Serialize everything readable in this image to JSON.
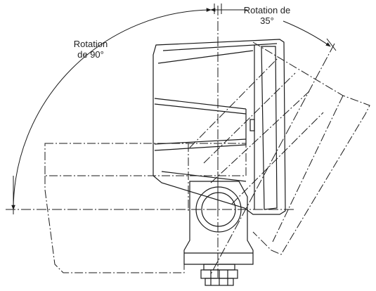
{
  "labels": {
    "rotation_90": {
      "line1": "Rotation",
      "line2": "de 90°"
    },
    "rotation_35": {
      "line1": "Rotation de",
      "line2": "35°"
    }
  },
  "colors": {
    "line": "#1a1a1a",
    "background": "#ffffff"
  }
}
